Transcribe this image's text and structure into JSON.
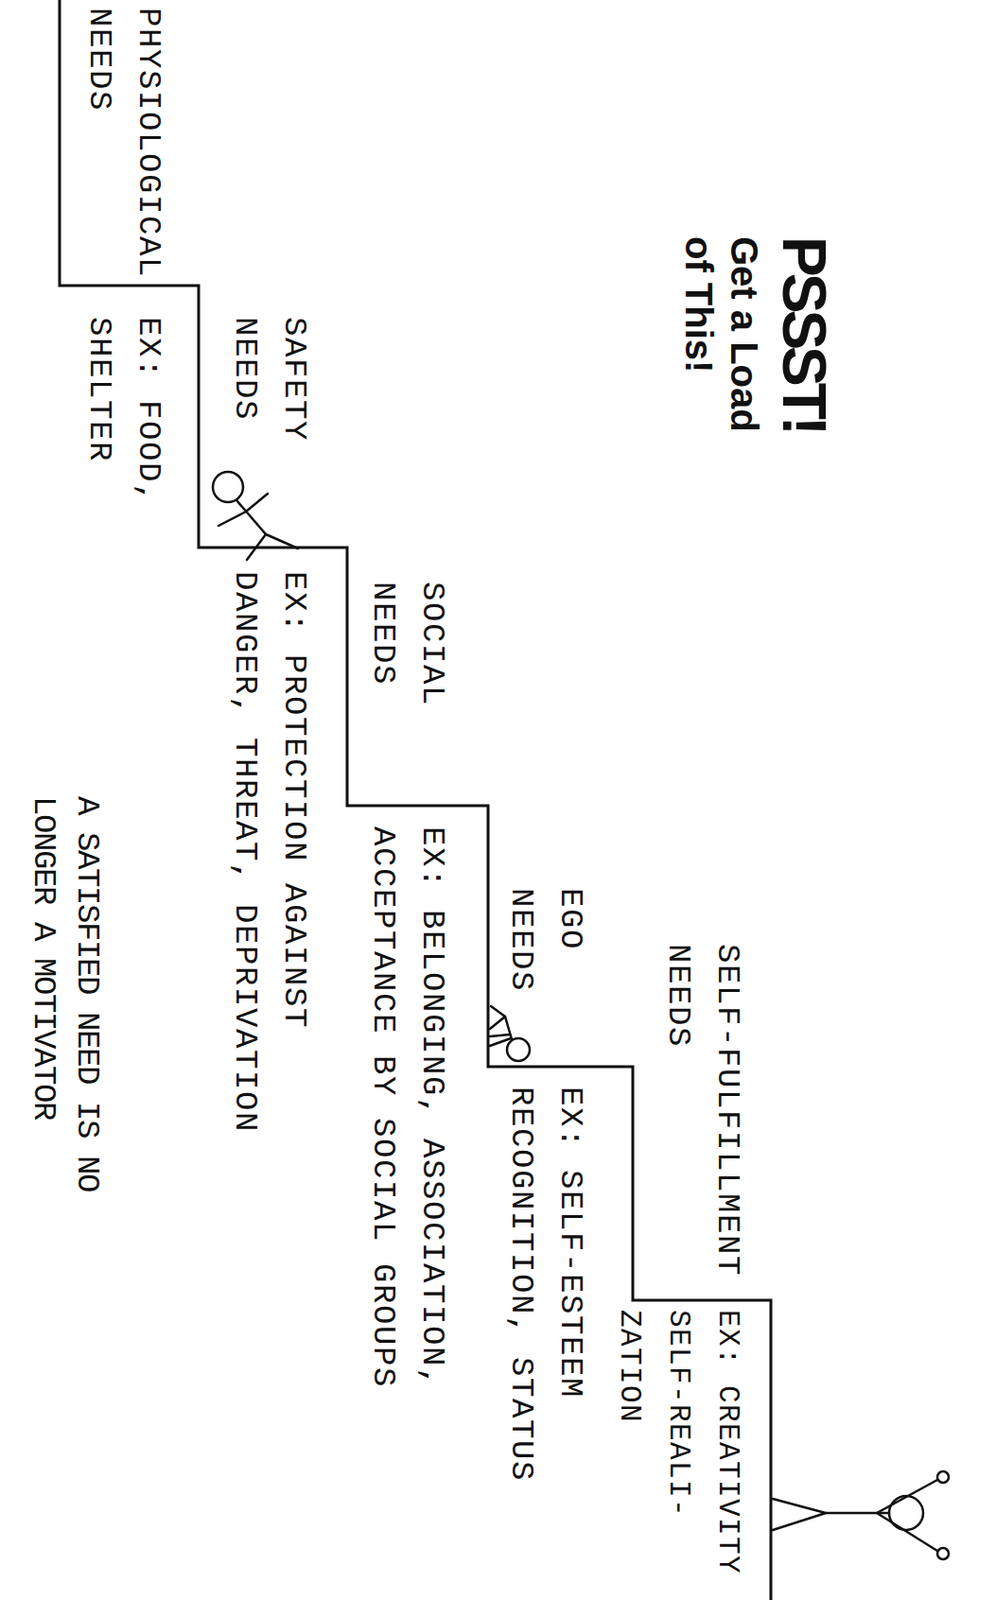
{
  "diagram": {
    "title": "PSSST! Get a Load of This!",
    "caption": "A SATISFIED NEED IS NO LONGER A MOTIVATOR",
    "labels": [
      "PHYSIOLOGICAL NEEDS",
      "EX: FOOD, SHELTER",
      "SAFETY NEEDS",
      "EX: PROTECTION AGAINST DANGER, THREAT, DEPRIVATION",
      "SOCIAL NEEDS",
      "EX: BELONGING, ASSOCIATION, ACCEPTANCE BY SOCIAL GROUPS",
      "EGO NEEDS",
      "EX: SELF-ESTEEM RECOGNITION, STATUS",
      "SELF-FULFILLMENT NEEDS",
      "EX: CREATIVITY SELF-REALI- ZATION"
    ]
  }
}
